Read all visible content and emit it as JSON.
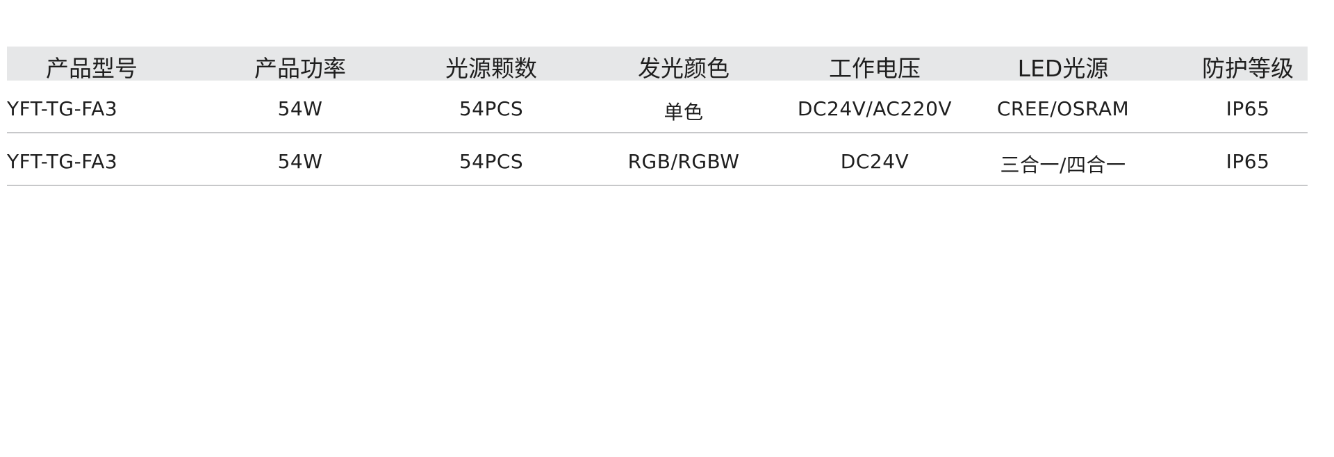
{
  "table": {
    "headers": [
      "产品型号",
      "产品功率",
      "光源颗数",
      "发光颜色",
      "工作电压",
      "LED光源",
      "防护等级"
    ],
    "rows": [
      [
        "YFT-TG-FA3",
        "54W",
        "54PCS",
        "单色",
        "DC24V/AC220V",
        "CREE/OSRAM",
        "IP65"
      ],
      [
        "YFT-TG-FA3",
        "54W",
        "54PCS",
        "RGB/RGBW",
        "DC24V",
        "三合一/四合一",
        "IP65"
      ]
    ]
  },
  "colors": {
    "header_background": "#e6e7e8",
    "row_divider": "#c7c8ca",
    "text": "#1e1e1e"
  }
}
